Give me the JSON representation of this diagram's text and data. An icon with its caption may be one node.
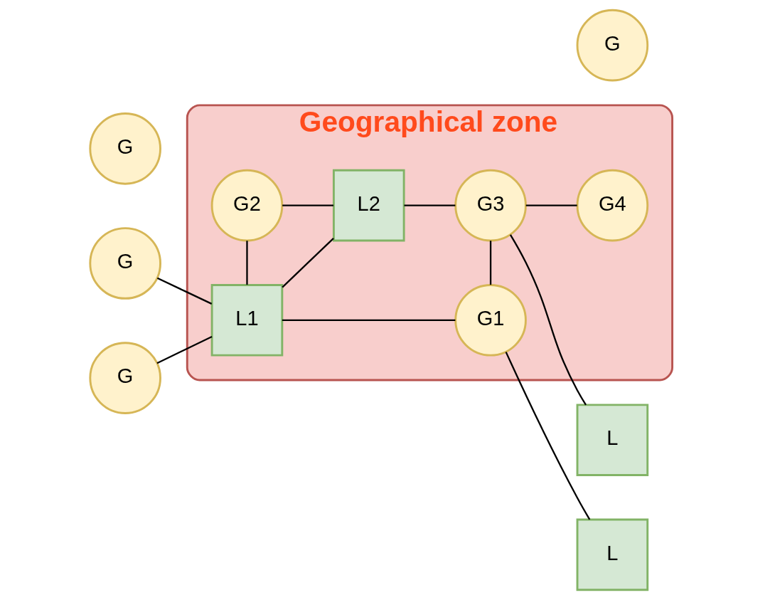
{
  "diagram": {
    "nodes": [
      {
        "text": [
          "Geographical zone"
        ]
      },
      {
        "text": [
          "G"
        ]
      },
      {
        "text": [
          "G"
        ]
      },
      {
        "text": [
          "G2"
        ],
        "in": 0
      },
      {
        "text": [
          "L1"
        ],
        "in": 0
      },
      {
        "text": [
          "L2"
        ],
        "in": 0
      },
      {
        "text": [
          "G"
        ]
      },
      {
        "text": [
          "G1"
        ],
        "in": 0
      },
      {
        "text": [
          "G3"
        ],
        "in": 0
      },
      {
        "text": [
          "L"
        ]
      },
      {
        "text": [
          "L"
        ]
      },
      {
        "text": [
          "G4"
        ],
        "in": 0
      },
      {
        "text": [
          "G"
        ]
      }
    ],
    "edges": [
      {
        "from": 1,
        "to": 4,
        "arrow": "none"
      },
      {
        "from": 2,
        "to": 4,
        "arrow": "none"
      },
      {
        "from": 4,
        "to": 3,
        "arrow": "none"
      },
      {
        "from": 3,
        "to": 5,
        "arrow": "none"
      },
      {
        "from": 4,
        "to": 5,
        "arrow": "none"
      },
      {
        "from": 4,
        "to": 7,
        "arrow": "none"
      },
      {
        "from": 7,
        "to": 8,
        "arrow": "none"
      },
      {
        "from": 5,
        "to": 8,
        "arrow": "none"
      },
      {
        "from": 8,
        "to": 9,
        "arrow": "none"
      },
      {
        "from": 7,
        "to": 10,
        "arrow": "none"
      },
      {
        "from": 8,
        "to": 11,
        "arrow": "none"
      }
    ]
  }
}
